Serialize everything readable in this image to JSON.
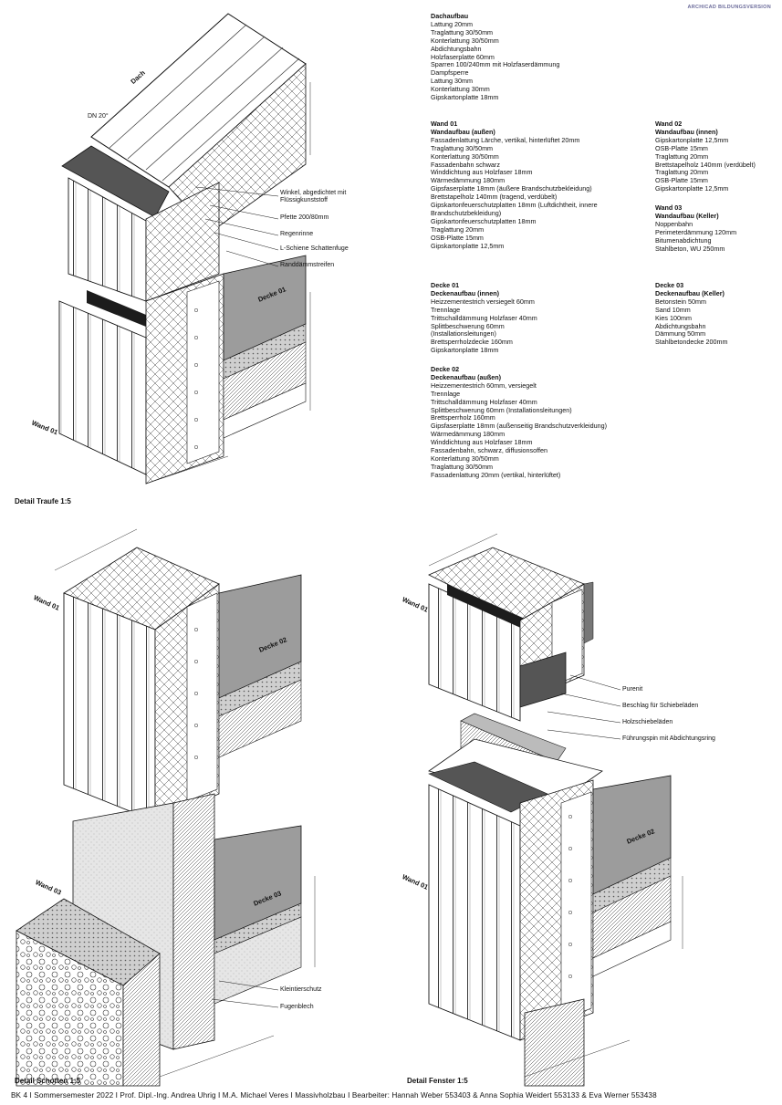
{
  "watermark": "ARCHICAD BILDUNGSVERSION",
  "specs": {
    "dachaufbau": {
      "title": "Dachaufbau",
      "lines": [
        "Lattung 20mm",
        "Traglattung 30/50mm",
        "Konterlattung 30/50mm",
        "Abdichtungsbahn",
        "Holzfaserplatte 60mm",
        "Sparren 100/240mm mit Holzfaserdämmung",
        "Dampfsperre",
        "Lattung 30mm",
        "Konterlattung 30mm",
        "Gipskartonplatte 18mm"
      ]
    },
    "wand01": {
      "title": "Wand 01",
      "subtitle": "Wandaufbau (außen)",
      "lines": [
        "Fassadenlattung Lärche, vertikal, hinterlüftet 20mm",
        "Traglattung 30/50mm",
        "Konterlattung 30/50mm",
        "Fassadenbahn schwarz",
        "Winddichtung aus Holzfaser 18mm",
        "Wärmedämmung 180mm",
        "Gipsfaserplatte 18mm (äußere Brandschutzbekleidung)",
        "Brettstapelholz 140mm (tragend, verdübelt)",
        "Gipskartonfeuerschutzplatten 18mm (Luftdichtheit, innere",
        "Brandschutzbekleidung)",
        "Gipskartonfeuerschutzplatten 18mm",
        "Traglattung 20mm",
        "OSB-Platte 15mm",
        "Gipskartonplatte 12,5mm"
      ]
    },
    "wand02": {
      "title": "Wand 02",
      "subtitle": "Wandaufbau (innen)",
      "lines": [
        "Gipskartonplatte 12,5mm",
        "OSB-Platte 15mm",
        "Traglattung 20mm",
        "Brettstapelholz 140mm (verdübelt)",
        "Traglattung 20mm",
        "OSB-Platte 15mm",
        "Gipskartonplatte 12,5mm"
      ]
    },
    "wand03": {
      "title": "Wand 03",
      "subtitle": "Wandaufbau (Keller)",
      "lines": [
        "Noppenbahn",
        "Perimeterdämmung 120mm",
        "Bitumenabdichtung",
        "Stahlbeton, WU 250mm"
      ]
    },
    "decke01": {
      "title": "Decke 01",
      "subtitle": "Deckenaufbau (innen)",
      "lines": [
        "Heizzementestrich versiegelt 60mm",
        "Trennlage",
        "Trittschalldämmung Holzfaser 40mm",
        "Splittbeschwerung 60mm",
        "(Installationsleitungen)",
        "Brettsperrholzdecke 160mm",
        "Gipskartonplatte 18mm"
      ]
    },
    "decke03": {
      "title": "Decke 03",
      "subtitle": "Deckenaufbau (Keller)",
      "lines": [
        "Betonstein 50mm",
        "Sand 10mm",
        "Kies 100mm",
        "Abdichtungsbahn",
        "Dämmung 50mm",
        "Stahlbetondecke 200mm"
      ]
    },
    "decke02": {
      "title": "Decke 02",
      "subtitle": "Deckenaufbau (außen)",
      "lines": [
        "Heizzementestrich 60mm, versiegelt",
        "Trennlage",
        "Trittschalldämmung Holzfaser 40mm",
        "Splittbeschwerung 60mm (Installationsleitungen)",
        "Brettsperrholz 160mm",
        "Gipsfaserplatte 18mm (außenseitig Brandschutzverkleidung)",
        "Wärmedämmung 180mm",
        "Winddichtung aus Holzfaser 18mm",
        "Fassadenbahn, schwarz, diffusionsoffen",
        "Konterlattung 30/50mm",
        "Traglattung 30/50mm",
        "Fassadenlattung 20mm (vertikal, hinterlüftet)"
      ]
    }
  },
  "traufe": {
    "caption": "Detail Traufe 1:5",
    "labels": {
      "dach": "Dach",
      "dn": "DN 20°",
      "decke01": "Decke 01",
      "wand01": "Wand 01"
    },
    "callouts": [
      "Winkel, abgedichtet mit\nFlüssigkunststoff",
      "Pfette 200/80mm",
      "Regenrinne",
      "L-Schiene Schattenfuge",
      "Randdämmstreifen"
    ]
  },
  "schotten": {
    "caption": "Detail Schotten 1:5",
    "labels": {
      "wand01": "Wand 01",
      "decke02": "Decke 02",
      "wand03": "Wand 03",
      "decke03": "Decke 03"
    },
    "callouts": [
      "Kleintierschutz",
      "Fugenblech"
    ]
  },
  "fenster": {
    "caption": "Detail Fenster 1:5",
    "labels": {
      "wand01_top": "Wand 01",
      "wand01_bottom": "Wand 01",
      "decke02": "Decke 02"
    },
    "callouts": [
      "Purenit",
      "Beschlag für Schiebeläden",
      "Holzschiebeläden",
      "Führungspin mit Abdichtungsring"
    ]
  },
  "footer": "BK 4   I  Sommersemester 2022   I   Prof. Dipl.-Ing. Andrea Uhrig   I   M.A. Michael Veres   I   Massivholzbau   I   Bearbeiter:   Hannah Weber 553403   &   Anna Sophia Weidert 553133   &   Eva Werner 553438"
}
